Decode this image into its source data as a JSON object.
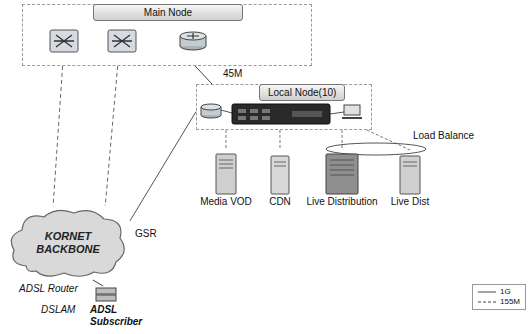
{
  "diagram": {
    "nodes": [
      {
        "text": [
          "Main Node"
        ]
      },
      {
        "text": [
          "Local Node(10)"
        ]
      },
      {
        "text": [
          "KORNET BACKBONE"
        ]
      },
      {
        "text": [
          "Media VOD"
        ]
      },
      {
        "text": [
          "CDN"
        ]
      },
      {
        "text": [
          "Live Distribution"
        ]
      },
      {
        "text": [
          "Live Dist"
        ]
      },
      {
        "text": [
          "ADSL Subscriber"
        ]
      }
    ],
    "edges": [
      {
        "from": 0,
        "to": 2,
        "arrow": "none"
      },
      {
        "from": 0,
        "to": 2,
        "arrow": "none"
      },
      {
        "from": 0,
        "to": 1,
        "label": "45M",
        "arrow": "none"
      },
      {
        "from": 1,
        "to": 2,
        "arrow": "none"
      },
      {
        "from": 1,
        "to": 3,
        "arrow": "none"
      },
      {
        "from": 1,
        "to": 4,
        "arrow": "none"
      },
      {
        "from": 1,
        "to": 5,
        "arrow": "none"
      },
      {
        "from": 1,
        "to": 6,
        "arrow": "none"
      },
      {
        "from": 2,
        "to": 7,
        "arrow": "none"
      }
    ],
    "labels": [
      "GSR",
      "Load Balance",
      "ADSL Router",
      "DSLAM"
    ],
    "legend": [
      {
        "text": "1G"
      },
      {
        "text": "155M"
      }
    ]
  }
}
